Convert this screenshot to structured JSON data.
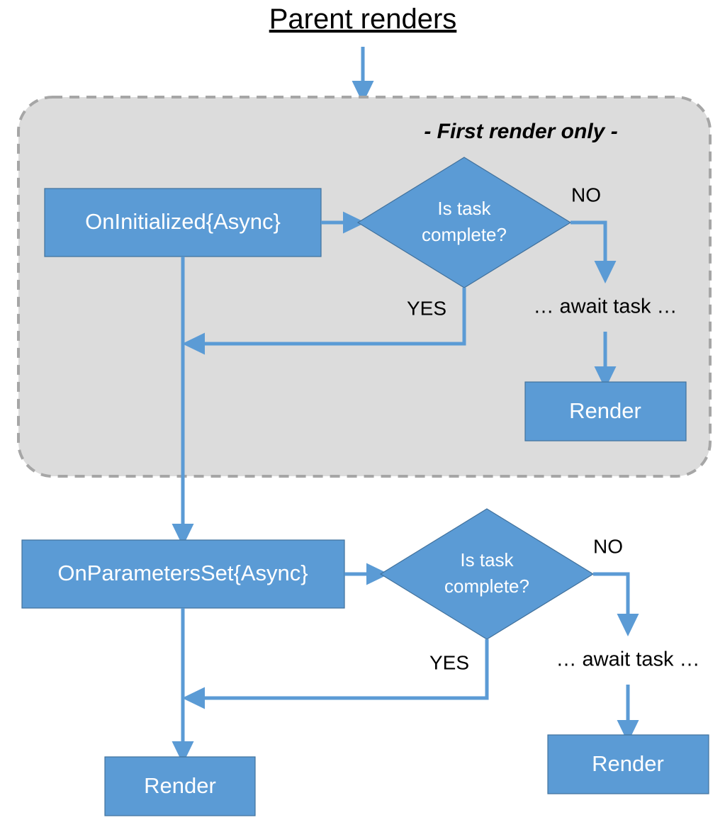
{
  "diagram": {
    "title": "Parent renders",
    "panel": {
      "label": "- First render only -"
    },
    "nodes": {
      "on_initialized": "OnInitialized{Async}",
      "on_parameters_set": "OnParametersSet{Async}",
      "decision_top_line1": "Is task",
      "decision_top_line2": "complete?",
      "decision_bottom_line1": "Is task",
      "decision_bottom_line2": "complete?",
      "await_top": "… await task …",
      "await_bottom": "… await task …",
      "render_top": "Render",
      "render_bottom_left": "Render",
      "render_bottom_right": "Render"
    },
    "edge_labels": {
      "no_top": "NO",
      "yes_top": "YES",
      "no_bottom": "NO",
      "yes_bottom": "YES"
    },
    "colors": {
      "shape_fill": "#5B9BD5",
      "shape_stroke": "#41719C",
      "connector": "#5B9BD5",
      "panel_fill": "#DCDCDC",
      "panel_stroke": "#A6A6A6",
      "text_on_shape": "#FFFFFF",
      "text_plain": "#000000",
      "background": "#FFFFFF"
    }
  }
}
